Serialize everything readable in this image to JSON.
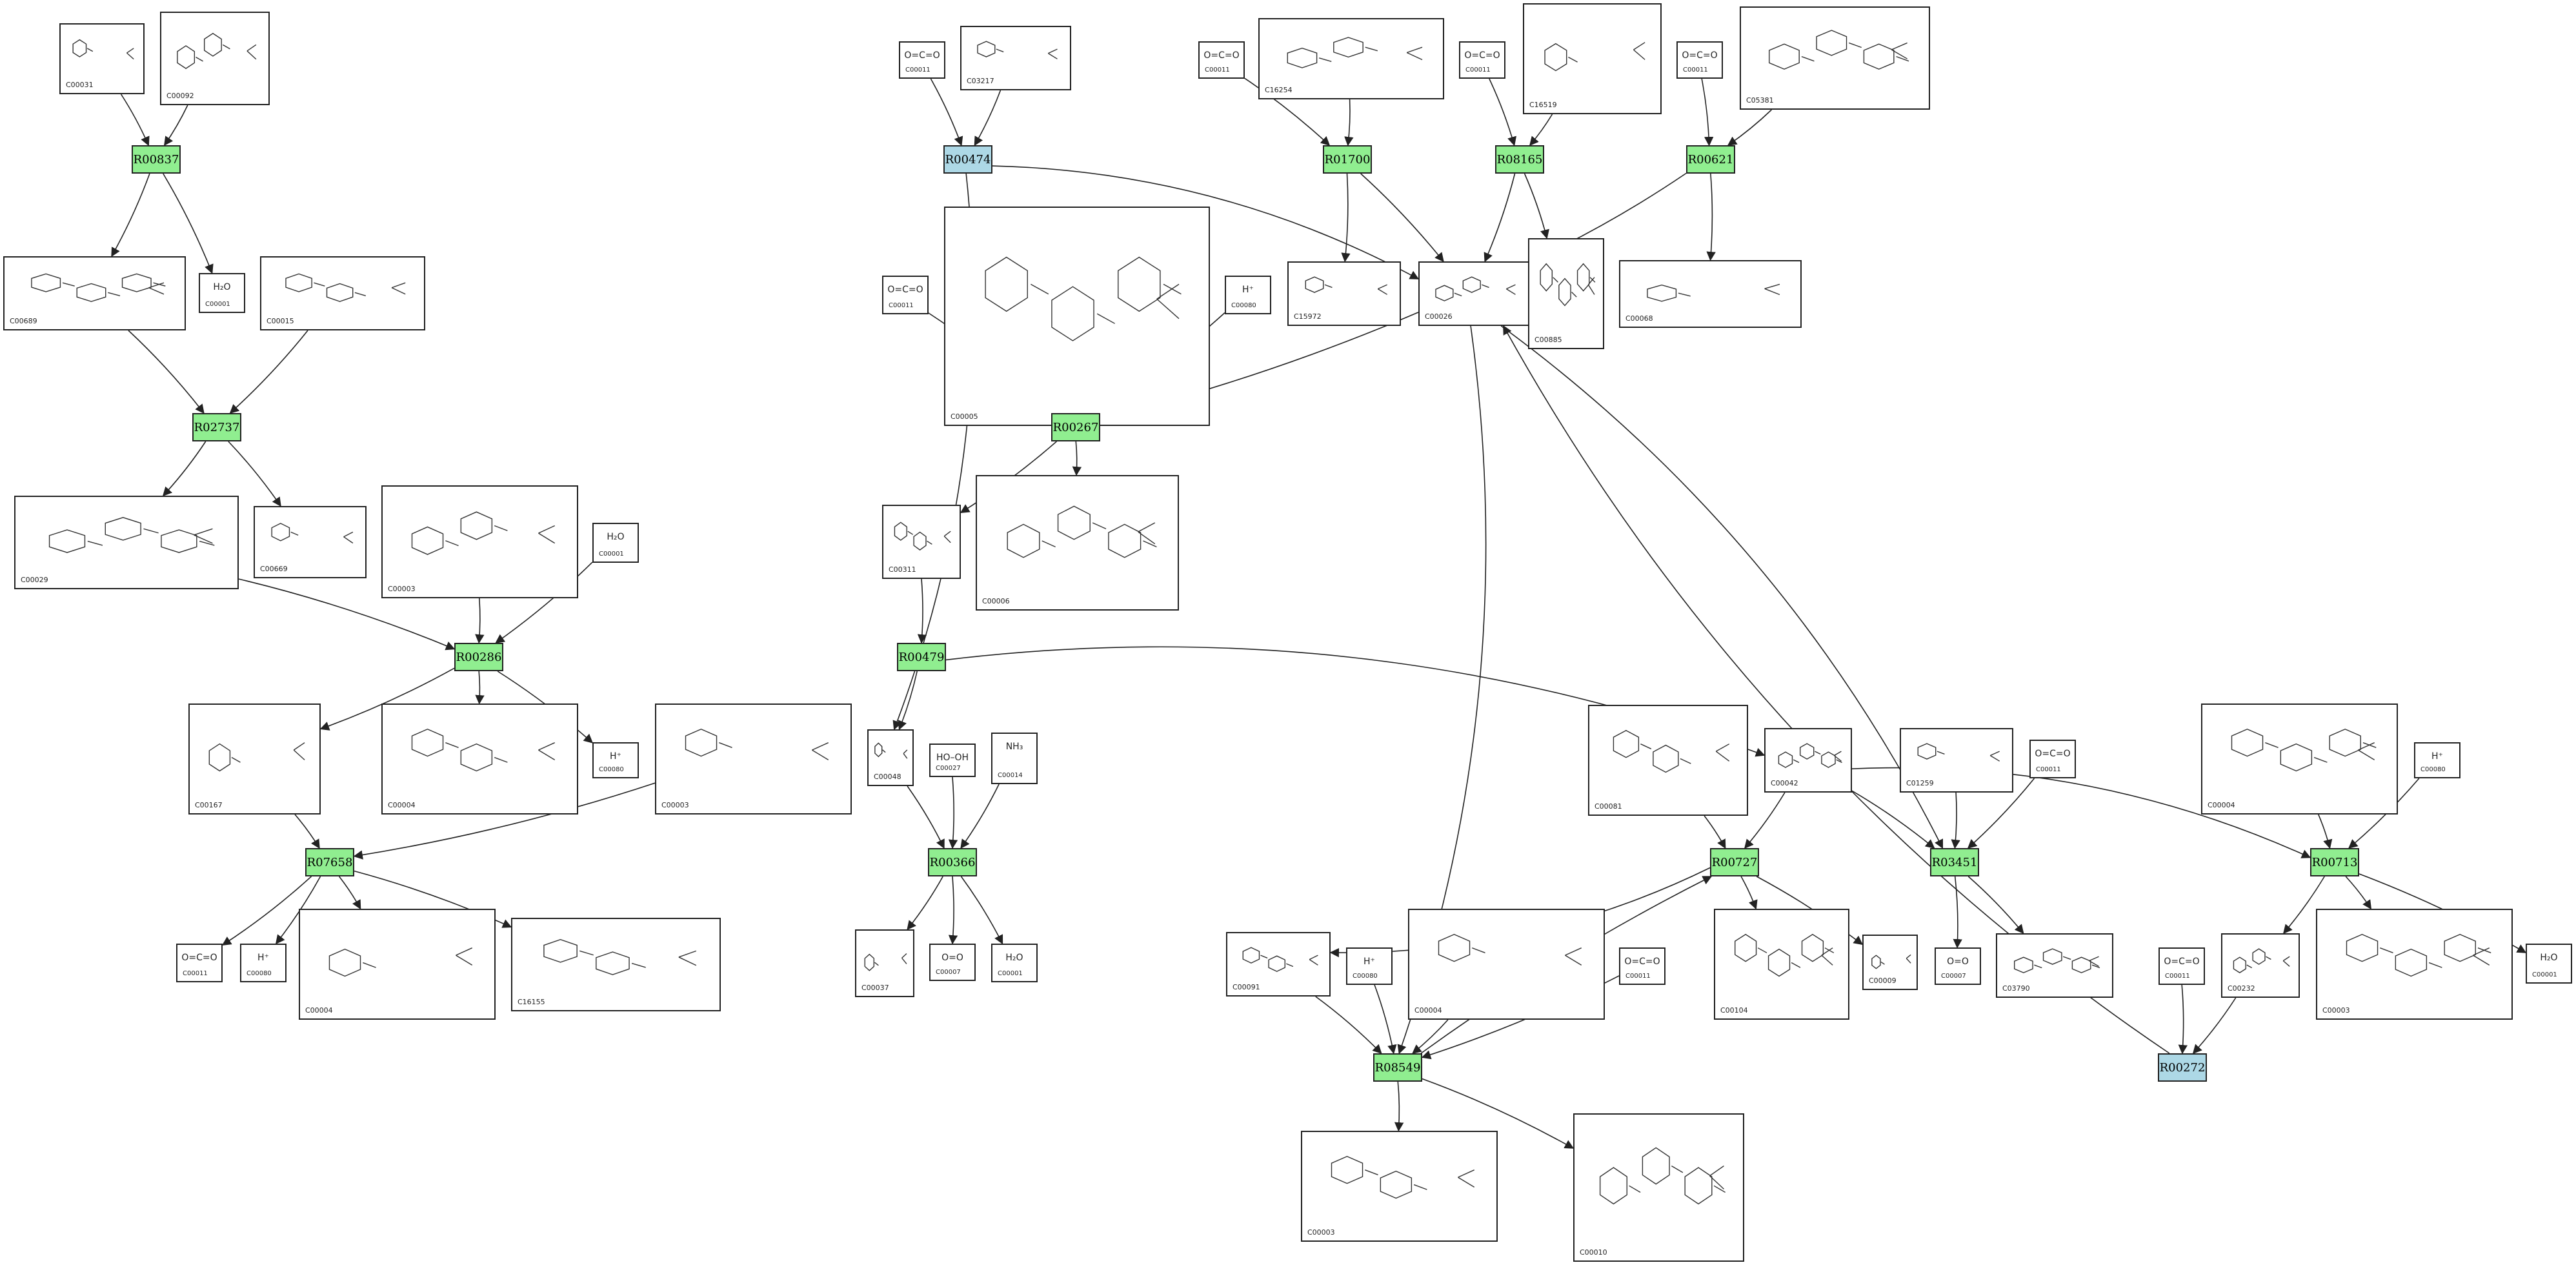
{
  "colors": {
    "reaction": "#90ee90",
    "reaction_alt": "#add8e6",
    "edge": "#222222"
  },
  "reactions": [
    {
      "id": "R00837",
      "style": "green"
    },
    {
      "id": "R02737",
      "style": "green"
    },
    {
      "id": "R00286",
      "style": "green"
    },
    {
      "id": "R07658",
      "style": "green"
    },
    {
      "id": "R00474",
      "style": "blue"
    },
    {
      "id": "R00267",
      "style": "green"
    },
    {
      "id": "R00479",
      "style": "green"
    },
    {
      "id": "R00366",
      "style": "green"
    },
    {
      "id": "R01700",
      "style": "green"
    },
    {
      "id": "R08165",
      "style": "green"
    },
    {
      "id": "R00621",
      "style": "green"
    },
    {
      "id": "R00727",
      "style": "green"
    },
    {
      "id": "R08549",
      "style": "green"
    },
    {
      "id": "R03451",
      "style": "green"
    },
    {
      "id": "R00713",
      "style": "green"
    },
    {
      "id": "R00272",
      "style": "blue"
    }
  ],
  "compounds": [
    {
      "key": "n1",
      "id": "C00031"
    },
    {
      "key": "n2",
      "id": "C00092"
    },
    {
      "key": "n3",
      "id": "C00689"
    },
    {
      "key": "n4",
      "id": "C00001",
      "glyph": "H₂O"
    },
    {
      "key": "n5",
      "id": "C00015"
    },
    {
      "key": "n6",
      "id": "C00029"
    },
    {
      "key": "n7",
      "id": "C00669"
    },
    {
      "key": "n8",
      "id": "C00003"
    },
    {
      "key": "n9",
      "id": "C00001",
      "glyph": "H₂O"
    },
    {
      "key": "n10",
      "id": "C00167"
    },
    {
      "key": "n11",
      "id": "C00004"
    },
    {
      "key": "n12",
      "id": "C00080",
      "glyph": "H⁺"
    },
    {
      "key": "n13",
      "id": "C00003"
    },
    {
      "key": "n14",
      "id": "C00011",
      "glyph": "O=C=O"
    },
    {
      "key": "n15",
      "id": "C00080",
      "glyph": "H⁺"
    },
    {
      "key": "n16",
      "id": "C00004"
    },
    {
      "key": "n17",
      "id": "C16155"
    },
    {
      "key": "n18",
      "id": "C00011",
      "glyph": "O=C=O"
    },
    {
      "key": "n19",
      "id": "C03217"
    },
    {
      "key": "n20",
      "id": "C00011",
      "glyph": "O=C=O"
    },
    {
      "key": "n21",
      "id": "C00005"
    },
    {
      "key": "n22",
      "id": "C00080",
      "glyph": "H⁺"
    },
    {
      "key": "n23",
      "id": "C00311"
    },
    {
      "key": "n24",
      "id": "C00006"
    },
    {
      "key": "n25",
      "id": "C00048"
    },
    {
      "key": "n26",
      "id": "C00027",
      "glyph": "HO–OH"
    },
    {
      "key": "n27",
      "id": "C00014",
      "glyph": "NH₃"
    },
    {
      "key": "n28",
      "id": "C00037"
    },
    {
      "key": "n29",
      "id": "C00007",
      "glyph": "O=O"
    },
    {
      "key": "n30",
      "id": "C00001",
      "glyph": "H₂O"
    },
    {
      "key": "n31",
      "id": "C00011",
      "glyph": "O=C=O"
    },
    {
      "key": "n32",
      "id": "C16254"
    },
    {
      "key": "n33",
      "id": "C00011",
      "glyph": "O=C=O"
    },
    {
      "key": "n34",
      "id": "C16519"
    },
    {
      "key": "n35",
      "id": "C00011",
      "glyph": "O=C=O"
    },
    {
      "key": "n36",
      "id": "C05381"
    },
    {
      "key": "n37",
      "id": "C15972"
    },
    {
      "key": "n38",
      "id": "C00026"
    },
    {
      "key": "n39",
      "id": "C00885"
    },
    {
      "key": "n40",
      "id": "C00068"
    },
    {
      "key": "n41",
      "id": "C00081"
    },
    {
      "key": "n42",
      "id": "C00042"
    },
    {
      "key": "n43",
      "id": "C01259"
    },
    {
      "key": "n44",
      "id": "C00011",
      "glyph": "O=C=O"
    },
    {
      "key": "n45",
      "id": "C00004"
    },
    {
      "key": "n46",
      "id": "C00080",
      "glyph": "H⁺"
    },
    {
      "key": "n47",
      "id": "C00091"
    },
    {
      "key": "n48",
      "id": "C00080",
      "glyph": "H⁺"
    },
    {
      "key": "n49",
      "id": "C00004"
    },
    {
      "key": "n50",
      "id": "C00011",
      "glyph": "O=C=O"
    },
    {
      "key": "n51",
      "id": "C00104"
    },
    {
      "key": "n52",
      "id": "C00009"
    },
    {
      "key": "n53",
      "id": "C00007",
      "glyph": "O=O"
    },
    {
      "key": "n54",
      "id": "C03790"
    },
    {
      "key": "n55",
      "id": "C00011",
      "glyph": "O=C=O"
    },
    {
      "key": "n56",
      "id": "C00232"
    },
    {
      "key": "n57",
      "id": "C00003"
    },
    {
      "key": "n58",
      "id": "C00001",
      "glyph": "H₂O"
    },
    {
      "key": "n59",
      "id": "C00003"
    },
    {
      "key": "n60",
      "id": "C00010"
    }
  ],
  "edges": [
    [
      "n1",
      "R00837"
    ],
    [
      "n2",
      "R00837"
    ],
    [
      "R00837",
      "n3"
    ],
    [
      "R00837",
      "n4"
    ],
    [
      "n3",
      "R02737"
    ],
    [
      "n5",
      "R02737"
    ],
    [
      "R02737",
      "n6"
    ],
    [
      "R02737",
      "n7"
    ],
    [
      "n6",
      "R00286"
    ],
    [
      "n8",
      "R00286"
    ],
    [
      "n9",
      "R00286"
    ],
    [
      "R00286",
      "n10"
    ],
    [
      "R00286",
      "n11"
    ],
    [
      "R00286",
      "n12"
    ],
    [
      "n10",
      "R07658"
    ],
    [
      "n13",
      "R07658"
    ],
    [
      "R07658",
      "n14"
    ],
    [
      "R07658",
      "n15"
    ],
    [
      "R07658",
      "n16"
    ],
    [
      "R07658",
      "n17"
    ],
    [
      "n18",
      "R00474"
    ],
    [
      "n19",
      "R00474"
    ],
    [
      "R00474",
      "n38"
    ],
    [
      "R00474",
      "n25"
    ],
    [
      "n20",
      "R00267"
    ],
    [
      "n21",
      "R00267"
    ],
    [
      "n22",
      "R00267"
    ],
    [
      "n38",
      "R00267"
    ],
    [
      "R00267",
      "n23"
    ],
    [
      "R00267",
      "n24"
    ],
    [
      "n23",
      "R00479"
    ],
    [
      "R00479",
      "n25"
    ],
    [
      "R00479",
      "n42"
    ],
    [
      "n25",
      "R00366"
    ],
    [
      "n26",
      "R00366"
    ],
    [
      "n27",
      "R00366"
    ],
    [
      "R00366",
      "n28"
    ],
    [
      "R00366",
      "n29"
    ],
    [
      "R00366",
      "n30"
    ],
    [
      "n31",
      "R01700"
    ],
    [
      "n32",
      "R01700"
    ],
    [
      "R01700",
      "n37"
    ],
    [
      "R01700",
      "n38"
    ],
    [
      "n33",
      "R08165"
    ],
    [
      "n34",
      "R08165"
    ],
    [
      "R08165",
      "n38"
    ],
    [
      "R08165",
      "n39"
    ],
    [
      "n35",
      "R00621"
    ],
    [
      "n36",
      "R00621"
    ],
    [
      "R00621",
      "n38"
    ],
    [
      "R00621",
      "n40"
    ],
    [
      "n41",
      "R00727"
    ],
    [
      "n42",
      "R00727"
    ],
    [
      "R00727",
      "n47"
    ],
    [
      "R00727",
      "n51"
    ],
    [
      "R00727",
      "n52"
    ],
    [
      "n42",
      "R03451"
    ],
    [
      "n43",
      "R03451"
    ],
    [
      "n44",
      "R03451"
    ],
    [
      "n38",
      "R03451"
    ],
    [
      "R03451",
      "n53"
    ],
    [
      "R03451",
      "n54"
    ],
    [
      "n42",
      "R00713"
    ],
    [
      "n45",
      "R00713"
    ],
    [
      "n46",
      "R00713"
    ],
    [
      "R00713",
      "n56"
    ],
    [
      "R00713",
      "n57"
    ],
    [
      "R00713",
      "n58"
    ],
    [
      "n47",
      "R08549"
    ],
    [
      "n48",
      "R08549"
    ],
    [
      "n49",
      "R08549"
    ],
    [
      "n50",
      "R08549"
    ],
    [
      "n38",
      "R08549"
    ],
    [
      "R08549",
      "n59"
    ],
    [
      "R08549",
      "n60"
    ],
    [
      "R08549",
      "R00727"
    ],
    [
      "n55",
      "R00272"
    ],
    [
      "n56",
      "R00272"
    ],
    [
      "R00272",
      "n38"
    ]
  ]
}
